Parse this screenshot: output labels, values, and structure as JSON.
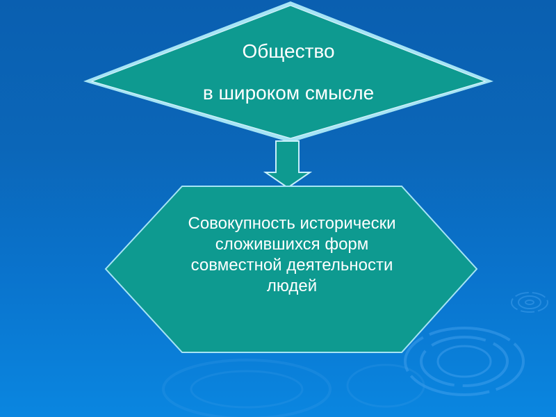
{
  "slide": {
    "background_colors": [
      "#0a5fb0",
      "#0a86e0"
    ],
    "shape_fill": "#0e9a90",
    "shape_outline": "#a6e4f5"
  },
  "top_shape": {
    "type": "diamond",
    "line1": "Общество",
    "line2": "в широком смысле"
  },
  "connector": {
    "type": "down-arrow"
  },
  "bottom_shape": {
    "type": "hexagon",
    "lines": [
      "Совокупность исторически",
      "сложившихся форм",
      "совместной деятельности",
      "людей"
    ]
  }
}
